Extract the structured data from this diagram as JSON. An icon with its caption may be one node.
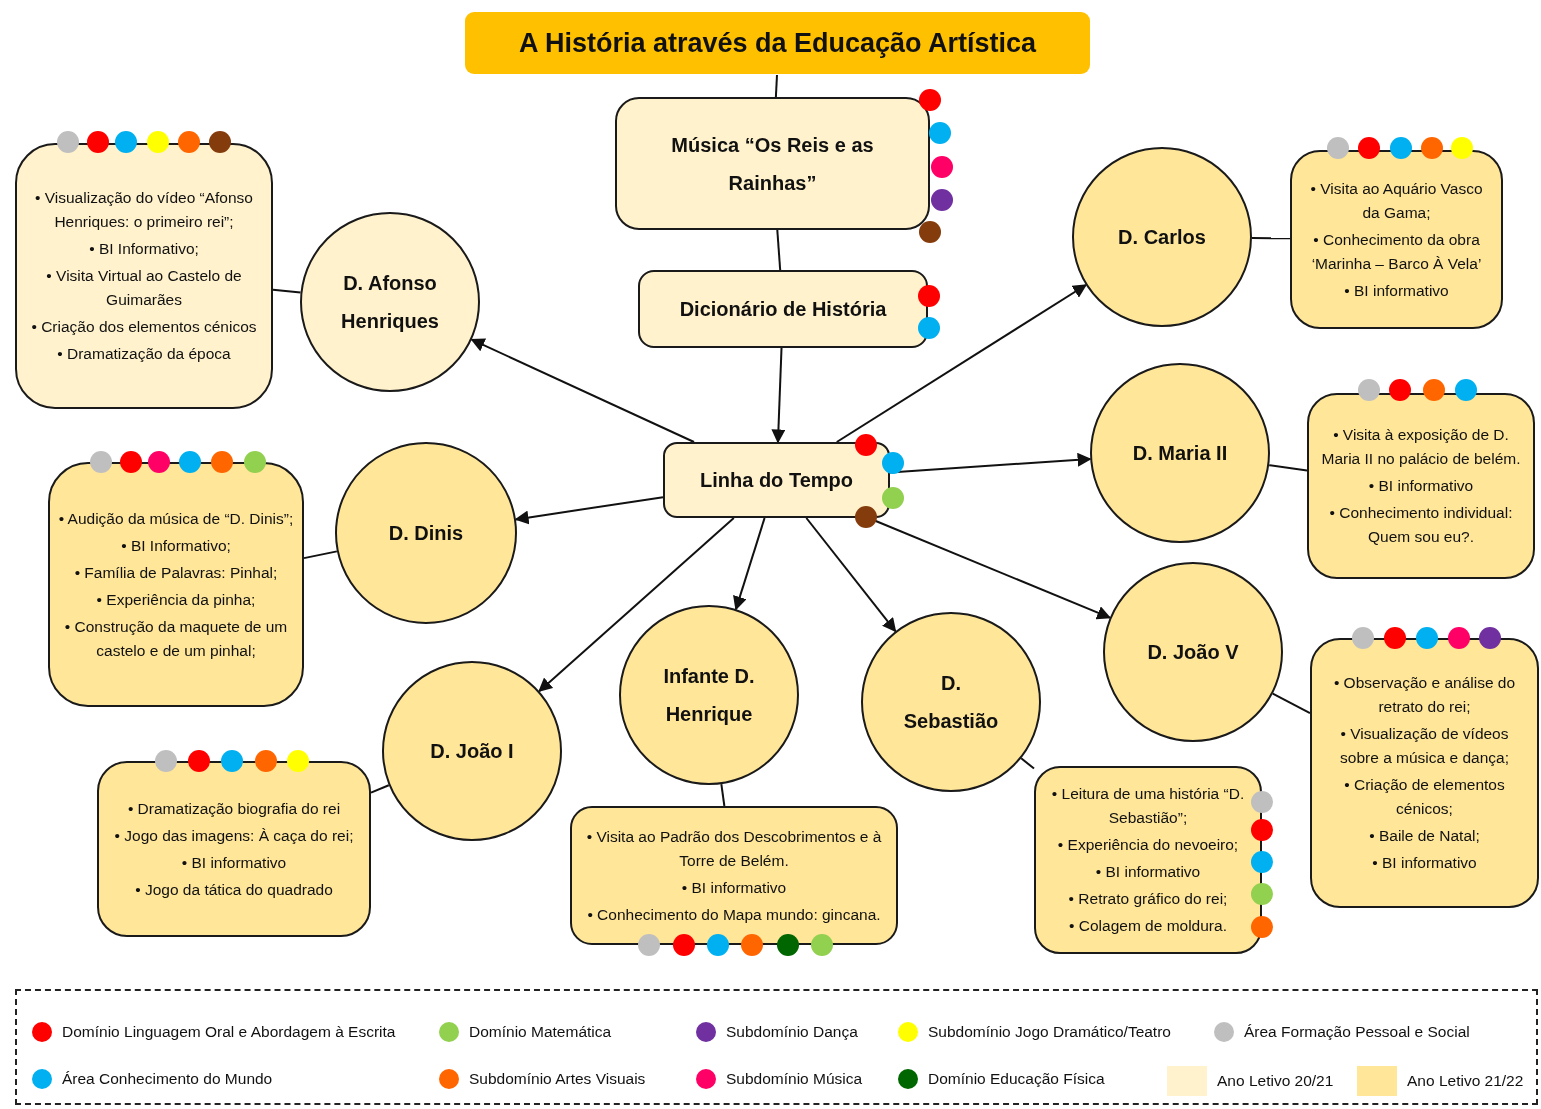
{
  "diagram": {
    "title": "A História através da Educação Artística",
    "nodes": [
      {
        "text": [
          "Música “Os Reis e as Rainhas”"
        ]
      },
      {
        "text": [
          "Dicionário de História"
        ]
      },
      {
        "text": [
          "Linha do Tempo"
        ]
      },
      {
        "text": [
          "D. Afonso Henriques"
        ]
      },
      {
        "text": [
          "• Visualização do vídeo “Afonso Henriques: o primeiro rei”;",
          "• BI Informativo;",
          "• Visita Virtual ao Castelo de Guimarães",
          "• Criação dos elementos cénicos",
          "• Dramatização da época"
        ]
      },
      {
        "text": [
          "D. Dinis"
        ]
      },
      {
        "text": [
          "• Audição da música de “D. Dinis”;",
          "• BI Informativo;",
          "• Família de Palavras: Pinhal;",
          "• Experiência da pinha;",
          "• Construção da maquete de um castelo e de um pinhal;"
        ]
      },
      {
        "text": [
          "D. João I"
        ]
      },
      {
        "text": [
          "• Dramatização biografia do rei",
          "• Jogo das imagens: À caça do rei;",
          "• BI informativo",
          "• Jogo da tática do quadrado"
        ]
      },
      {
        "text": [
          "Infante D. Henrique"
        ]
      },
      {
        "text": [
          "• Visita ao Padrão dos Descobrimentos e à Torre de Belém.",
          "• BI informativo",
          "• Conhecimento do Mapa mundo: gincana."
        ]
      },
      {
        "text": [
          "D. Sebastião"
        ]
      },
      {
        "text": [
          "• Leitura de uma história “D. Sebastião”;",
          "• Experiência do nevoeiro;",
          "• BI informativo",
          "• Retrato gráfico do rei;",
          "• Colagem de moldura."
        ]
      },
      {
        "text": [
          "D. João V"
        ]
      },
      {
        "text": [
          "• Observação e análise do retrato do rei;",
          "• Visualização de vídeos sobre a música e dança;",
          "• Criação de elementos cénicos;",
          "• Baile de Natal;",
          "• BI informativo"
        ]
      },
      {
        "text": [
          "D. Carlos"
        ]
      },
      {
        "text": [
          "• Visita ao Aquário Vasco da Gama;",
          "• Conhecimento da obra ‘Marinha – Barco À Vela’",
          "• BI informativo"
        ]
      },
      {
        "text": [
          "D. Maria II"
        ]
      },
      {
        "text": [
          "• Visita à exposição de D. Maria II no palácio de belém.",
          "• BI informativo",
          "• Conhecimento individual: Quem sou eu?."
        ]
      }
    ],
    "edges": [
      {
        "from": null,
        "to": 0,
        "arrow": "none"
      },
      {
        "from": 0,
        "to": 1,
        "arrow": "none"
      },
      {
        "from": 1,
        "to": 2,
        "arrow": "to"
      },
      {
        "from": 2,
        "to": 3,
        "arrow": "to"
      },
      {
        "from": 2,
        "to": 5,
        "arrow": "to"
      },
      {
        "from": 2,
        "to": 7,
        "arrow": "to"
      },
      {
        "from": 2,
        "to": 9,
        "arrow": "to"
      },
      {
        "from": 2,
        "to": 11,
        "arrow": "to"
      },
      {
        "from": 2,
        "to": 13,
        "arrow": "to"
      },
      {
        "from": 2,
        "to": 17,
        "arrow": "to"
      },
      {
        "from": 2,
        "to": 15,
        "arrow": "to"
      },
      {
        "from": 3,
        "to": 4,
        "arrow": "none"
      },
      {
        "from": 5,
        "to": 6,
        "arrow": "none"
      },
      {
        "from": 7,
        "to": 8,
        "arrow": "none"
      },
      {
        "from": 9,
        "to": 10,
        "arrow": "none"
      },
      {
        "from": 11,
        "to": 12,
        "arrow": "none"
      },
      {
        "from": 13,
        "to": 14,
        "arrow": "none"
      },
      {
        "from": 15,
        "to": 16,
        "arrow": "none"
      },
      {
        "from": 17,
        "to": 18,
        "arrow": "none"
      }
    ],
    "legend": [
      {
        "text": "Domínio Linguagem Oral e Abordagem à Escrita",
        "color": "#ff0000"
      },
      {
        "text": "Domínio Matemática",
        "color": "#92d050"
      },
      {
        "text": "Subdomínio Dança",
        "color": "#7030a0"
      },
      {
        "text": "Subdomínio Jogo Dramático/Teatro",
        "color": "#ffff00"
      },
      {
        "text": "Área Formação Pessoal e Social",
        "color": "#bfbfbf"
      },
      {
        "text": "Área Conhecimento do Mundo",
        "color": "#00b0f0"
      },
      {
        "text": "Subdomínio Artes Visuais",
        "color": "#ff6600"
      },
      {
        "text": "Subdomínio Música",
        "color": "#ff0066"
      },
      {
        "text": "Domínio Educação Física",
        "color": "#006600"
      },
      {
        "text": "Ano Letivo 20/21",
        "color": "#fff2cc"
      },
      {
        "text": "Ano Letivo 21/22",
        "color": "#ffe699"
      }
    ]
  }
}
